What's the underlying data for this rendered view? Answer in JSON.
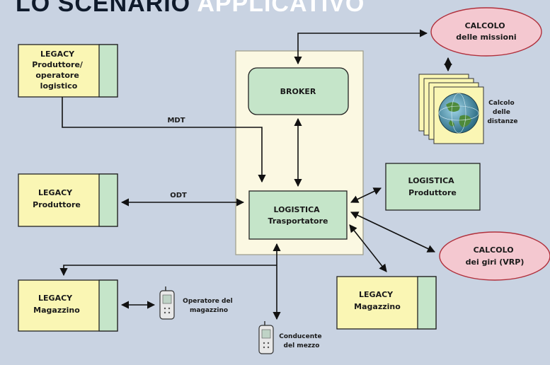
{
  "header": {
    "title_part1": "LO SCENARIO",
    "title_part2": "APPLICATIVO"
  },
  "colors": {
    "background": "#c9d3e2",
    "legacy_fill": "#faf6b4",
    "green_fill": "#c5e5c9",
    "central_panel": "#fbf8e2",
    "ellipse_fill": "#f4c8d0",
    "ellipse_stroke": "#b0303c"
  },
  "nodes": {
    "legacy_produttore_operatore": [
      "LEGACY",
      "Produttore/",
      "operatore",
      "logistico"
    ],
    "legacy_produttore": [
      "LEGACY",
      "Produttore"
    ],
    "legacy_magazzino_left": [
      "LEGACY",
      "Magazzino"
    ],
    "legacy_magazzino_right": [
      "LEGACY",
      "Magazzino"
    ],
    "broker": [
      "BROKER"
    ],
    "logistica_trasportatore": [
      "LOGISTICA",
      "Trasportatore"
    ],
    "logistica_produttore": [
      "LOGISTICA",
      "Produttore"
    ],
    "calcolo_missioni": [
      "CALCOLO",
      "delle missioni"
    ],
    "calcolo_giri": [
      "CALCOLO",
      "dei giri (VRP)"
    ],
    "calcolo_distanze": [
      "Calcolo",
      "delle",
      "distanze"
    ],
    "operatore_magazzino": [
      "Operatore del",
      "magazzino"
    ],
    "conducente": [
      "Conducente",
      "del mezzo"
    ]
  },
  "edges": {
    "mdt": "MDT",
    "odt": "ODT"
  },
  "icons": {
    "globe": "globe-icon",
    "phone": "mobile-phone-icon"
  }
}
